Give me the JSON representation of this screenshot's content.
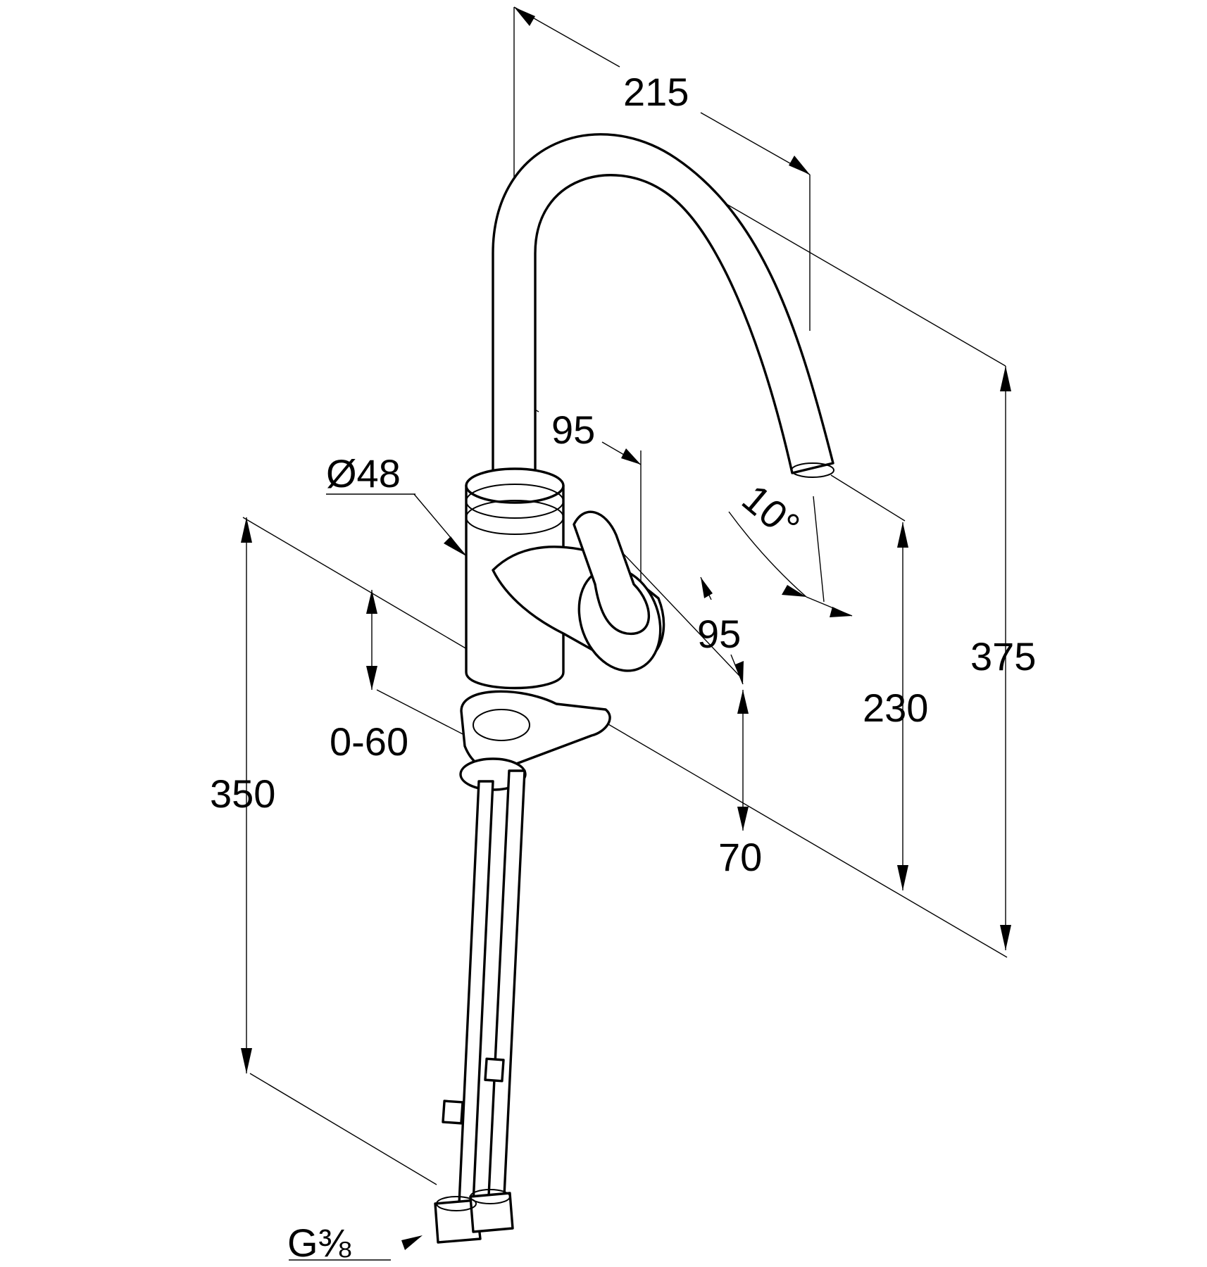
{
  "dimensions": {
    "spout_reach": "215",
    "spout_outlet_offset": "95",
    "body_diameter": "Ø48",
    "lever_offset": "95",
    "swivel_angle": "10°",
    "total_height": "375",
    "outlet_height": "230",
    "hose_length": "350",
    "counter_thickness": "0-60",
    "body_height": "70",
    "connection_thread": "G⅜"
  }
}
